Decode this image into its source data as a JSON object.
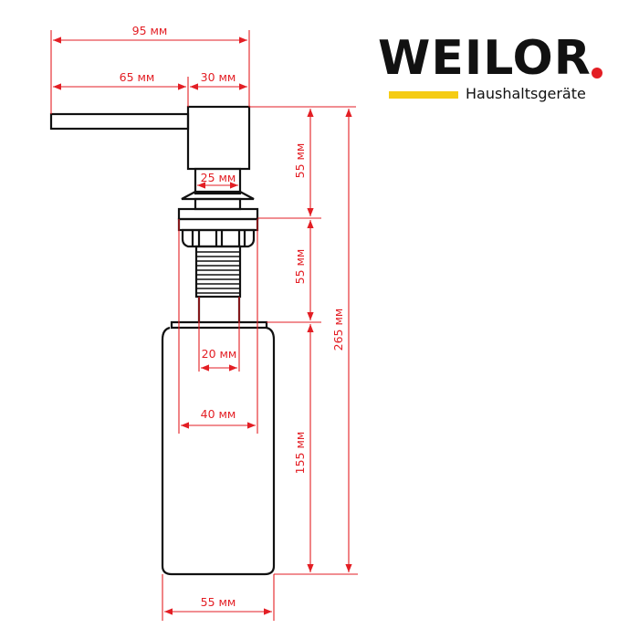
{
  "logo": {
    "brand": "WEILOR",
    "tagline": "Haushaltsgeräte",
    "dot_color": "#e31e24",
    "bar_color": "#f5cc14"
  },
  "diagram": {
    "subject": "soap dispenser technical drawing",
    "dimension_color": "#e31e24",
    "outline_color": "#111111",
    "dimensions": {
      "total_width": "95 мм",
      "spout_length": "65 мм",
      "head_width": "30 мм",
      "neck_width": "25 мм",
      "head_height": "55 мм",
      "thread_height": "55 мм",
      "total_height": "265 мм",
      "tube_diameter": "20 мм",
      "thread_diameter": "40 мм",
      "bottle_height": "155 мм",
      "bottle_width": "55 мм"
    }
  }
}
